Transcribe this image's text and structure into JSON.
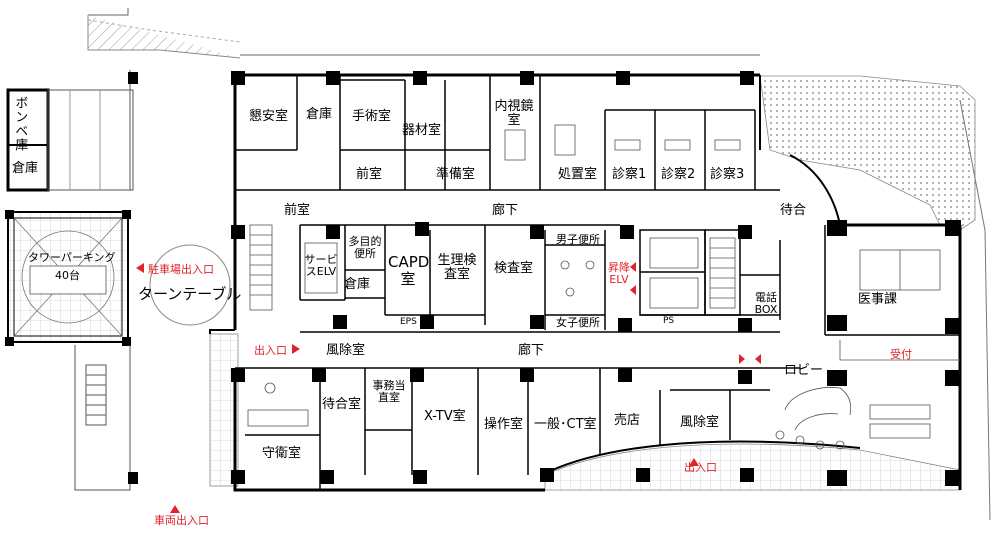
{
  "rooms": {
    "bombe": "ボンベ庫",
    "warehouse_left": "倉庫",
    "tower_parking": "タワーパーキング",
    "parking_count": "40台",
    "turntable": "ターンテーブル",
    "restroom_staff": "懇安室",
    "warehouse_top": "倉庫",
    "surgery": "手術室",
    "equipment": "器材室",
    "endoscopy": "内視鏡室",
    "front_room_top": "前室",
    "prep": "準備室",
    "treatment": "処置室",
    "exam1": "診察1",
    "exam2": "診察2",
    "exam3": "診察3",
    "front_room_mid": "前室",
    "corridor_top": "廊下",
    "waiting_top": "待合",
    "service_elv": "サービスELV",
    "multipurpose_toilet": "多目的便所",
    "capd": "CAPD室",
    "warehouse_mid": "倉庫",
    "eps": "EPS",
    "physio_exam": "生理検査室",
    "exam_room": "検査室",
    "mens_toilet": "男子便所",
    "womens_toilet": "女子便所",
    "ps": "PS",
    "phone_box": "電話BOX",
    "medical_affairs": "医事課",
    "reception": "受付",
    "windbreak_left": "風除室",
    "corridor_bottom": "廊下",
    "lobby": "ロビー",
    "waiting_room": "待合室",
    "office_duty": "事務当直室",
    "xtv": "X-TV室",
    "control": "操作室",
    "ct": "一般･CT室",
    "shop": "売店",
    "windbreak_right": "風除室",
    "guard": "守衛室"
  },
  "annotations": {
    "parking_entrance": "駐車場出入口",
    "entrance_left": "出入口",
    "lift": "昇降ELV",
    "main_entrance": "出入口",
    "vehicle_entrance": "車両出入口"
  },
  "colors": {
    "wall": "#000000",
    "accent": "#e0232b",
    "line": "#444444",
    "hatch": "#8a8a8a"
  }
}
